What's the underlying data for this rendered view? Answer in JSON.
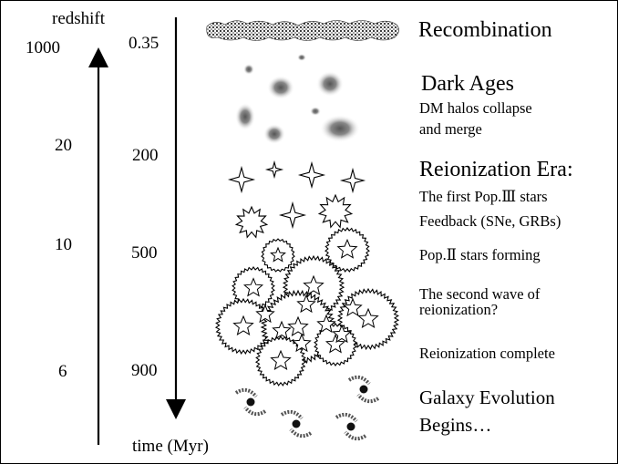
{
  "axis": {
    "redshift_label": "redshift",
    "time_label": "time (Myr)",
    "redshift_ticks": [
      "1000",
      "20",
      "10",
      "6"
    ],
    "time_ticks": [
      "0.35",
      "200",
      "500",
      "900"
    ]
  },
  "stages": {
    "recombination": "Recombination",
    "dark_ages_title": "Dark Ages",
    "dark_ages_line1": "DM halos collapse",
    "dark_ages_line2": "and merge",
    "reionization_title": "Reionization Era:",
    "first_stars": "The first Pop.Ⅲ stars",
    "feedback": "Feedback (SNe, GRBs)",
    "pop2": "Pop.Ⅱ stars forming",
    "second_wave_line1": "The second wave of",
    "second_wave_line2": "reionization?",
    "complete": "Reionization complete",
    "galaxy_line1": "Galaxy Evolution",
    "galaxy_line2": "Begins…"
  }
}
